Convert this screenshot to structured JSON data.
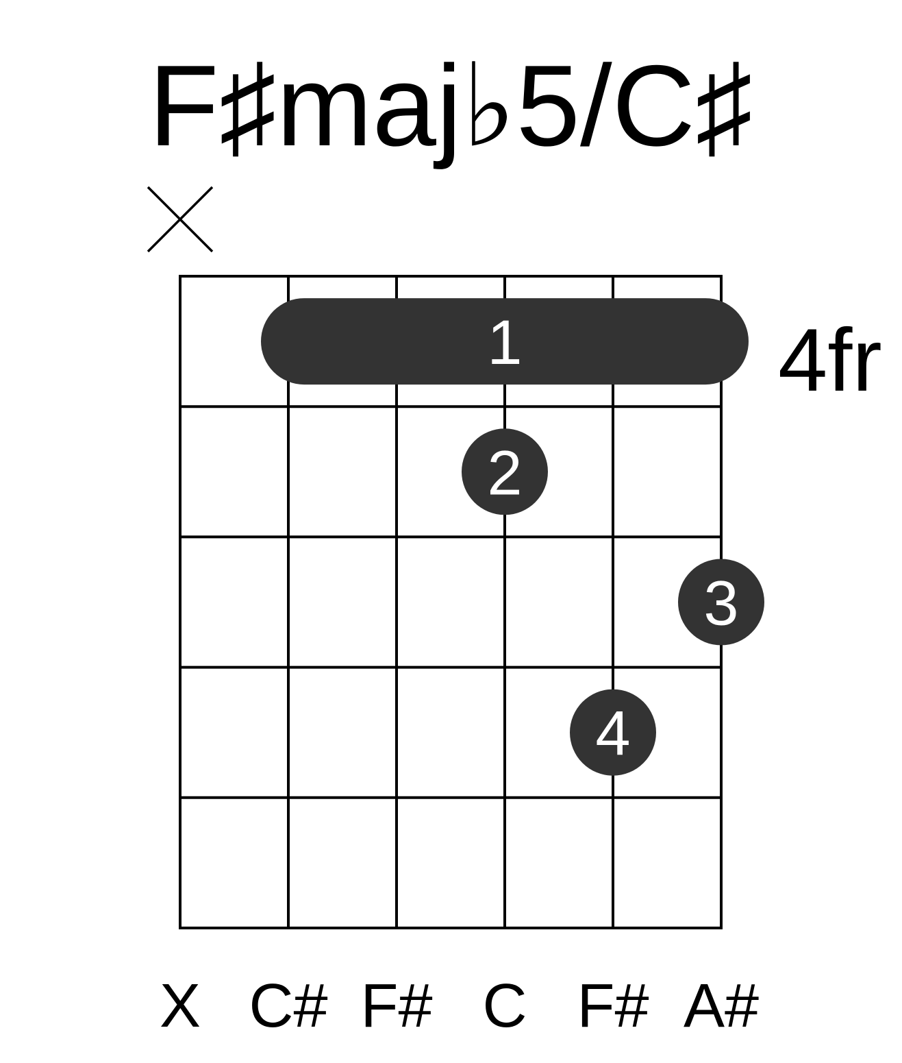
{
  "title": "F♯maj♭5/C♯",
  "fret_label": "4fr",
  "strings": 6,
  "frets": 5,
  "colors": {
    "dot": "#333333",
    "line": "#000000",
    "finger_text": "#ffffff",
    "background": "#ffffff"
  },
  "muted_strings": [
    1
  ],
  "barre": {
    "fret": 1,
    "from_string": 2,
    "to_string": 6,
    "finger": "1"
  },
  "dots": [
    {
      "string": 4,
      "fret": 2,
      "finger": "2"
    },
    {
      "string": 6,
      "fret": 3,
      "finger": "3"
    },
    {
      "string": 5,
      "fret": 4,
      "finger": "4"
    }
  ],
  "string_notes": [
    "X",
    "C#",
    "F#",
    "C",
    "F#",
    "A#"
  ]
}
